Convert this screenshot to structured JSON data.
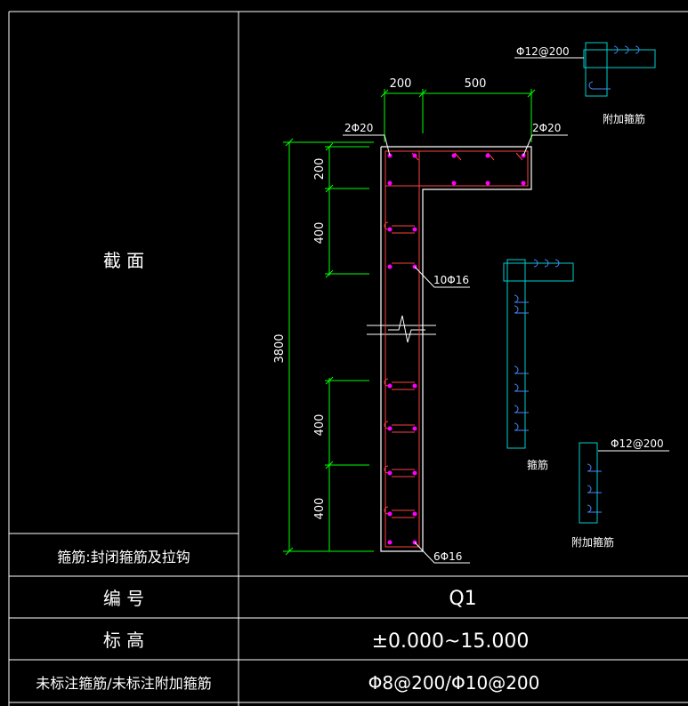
{
  "table": {
    "section_label": "截 面",
    "stirrup_note": "箍筋:封闭箍筋及拉钩",
    "rows": [
      {
        "label": "编 号",
        "value": "Q1"
      },
      {
        "label": "标 高",
        "value": "±0.000~15.000"
      },
      {
        "label": "未标注箍筋/未标注附加箍筋",
        "value": "Φ8@200/Φ10@200"
      }
    ]
  },
  "drawing": {
    "dims_top": [
      "200",
      "500"
    ],
    "corner_bars_left": "2Φ20",
    "corner_bars_right": "2Φ20",
    "dims_left": [
      "200",
      "400",
      "400",
      "400"
    ],
    "overall_height": "3800",
    "side_bars_upper": "10Φ16",
    "side_bars_lower": "6Φ16",
    "detail_top": {
      "spec": "Φ12@200",
      "label": "附加箍筋"
    },
    "detail_mid": {
      "label": "箍筋"
    },
    "detail_bottom": {
      "spec": "Φ12@200",
      "label": "附加箍筋"
    }
  },
  "colors": {
    "background": "#000000",
    "grid_lines": "#ffffff",
    "dimension_lines": "#00ff00",
    "outline": "#ffffff",
    "rebar": "#ff4040",
    "rebar_dots": "#ff00ff",
    "detail_cyan": "#00d0d0",
    "detail_hook": "#4488ff"
  }
}
